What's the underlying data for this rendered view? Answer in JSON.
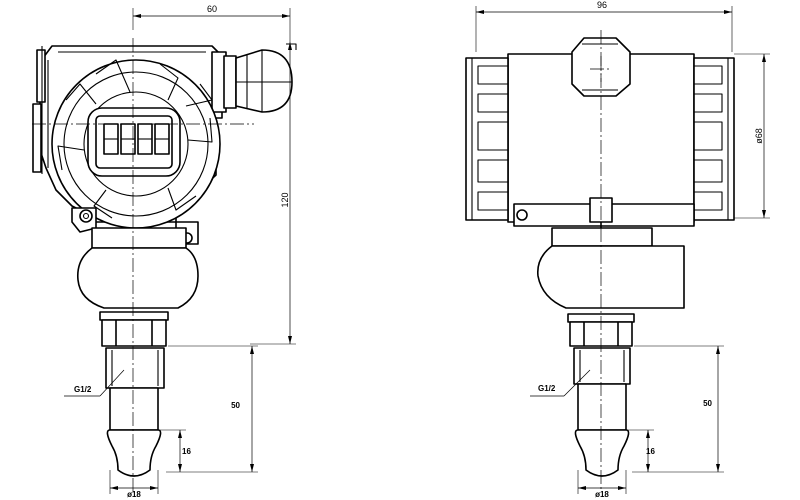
{
  "views": {
    "front": {
      "dim_width": "60",
      "dim_height": "120",
      "dim_thread_length": "50",
      "dim_tip_length": "16",
      "dim_diameter": "ø18",
      "thread_label": "G1/2"
    },
    "side": {
      "dim_width": "96",
      "dim_housing_diameter": "ø68",
      "dim_thread_length": "50",
      "dim_tip_length": "16",
      "dim_diameter": "ø18",
      "thread_label": "G1/2"
    }
  }
}
